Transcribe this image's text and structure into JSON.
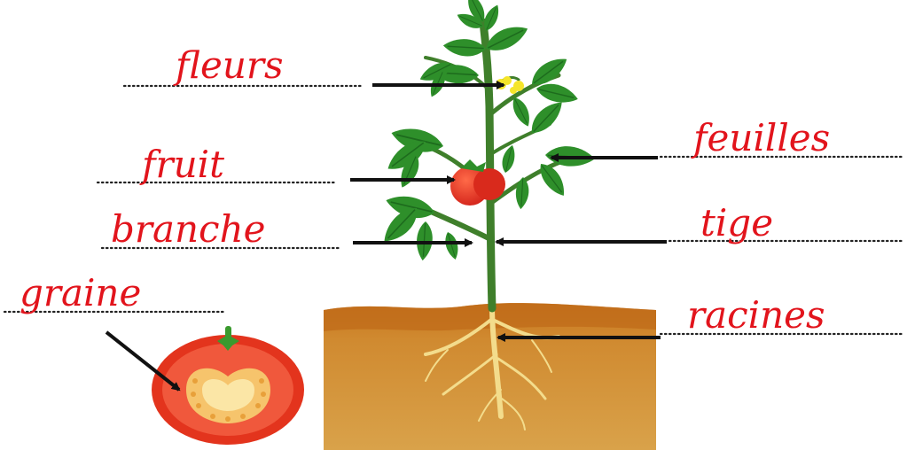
{
  "labels": {
    "fleurs": "fleurs",
    "fruit": "fruit",
    "branche": "branche",
    "graine": "graine",
    "feuilles": "feuilles",
    "tige": "tige",
    "racines": "racines"
  },
  "colors": {
    "label": "#e2141c",
    "leaf": "#2e8f2a",
    "leaf_dark": "#1d6b1d",
    "stem": "#3f7f2b",
    "tomato": "#e3341d",
    "flower": "#f5e52a",
    "soil_top": "#c9761e",
    "soil": "#d59a3c",
    "root": "#f3dc8c",
    "arrow": "#111111"
  }
}
